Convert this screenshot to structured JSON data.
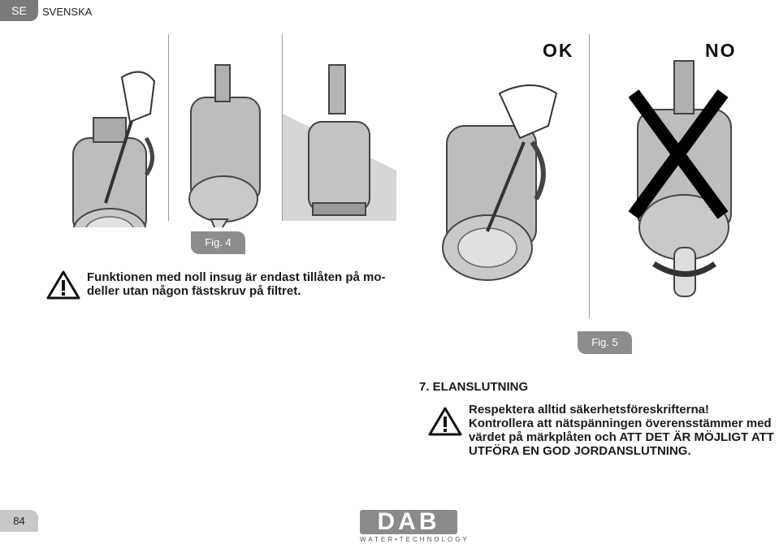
{
  "header": {
    "lang_code": "SE",
    "lang_name": "SVENSKA"
  },
  "fig4": {
    "label": "Fig. 4",
    "warning_text": "Funktionen med noll insug är endast tillåten på modeller utan någon fästskruv på filtret.",
    "warning_lines": [
      "Funktionen med noll insug är endast tillåten på mo-",
      "deller utan någon fästskruv på filtret."
    ]
  },
  "fig5": {
    "label": "Fig. 5",
    "ok_label": "OK",
    "no_label": "NO"
  },
  "section7": {
    "title": "7. ELANSLUTNING",
    "warning_lines": [
      "Respektera alltid säkerhetsföreskrifterna!",
      "Kontrollera att nätspänningen överensstämmer med",
      "värdet på märkplåten och ATT DET ÄR MÖJLIGT ATT",
      "UTFÖRA EN GOD JORDANSLUTNING."
    ]
  },
  "footer": {
    "page_number": "84",
    "brand": "DAB",
    "tagline": "WATER•TECHNOLOGY"
  },
  "icons": [
    "warning-triangle-icon",
    "rotation-arrow-icon",
    "cross-mark-icon"
  ]
}
